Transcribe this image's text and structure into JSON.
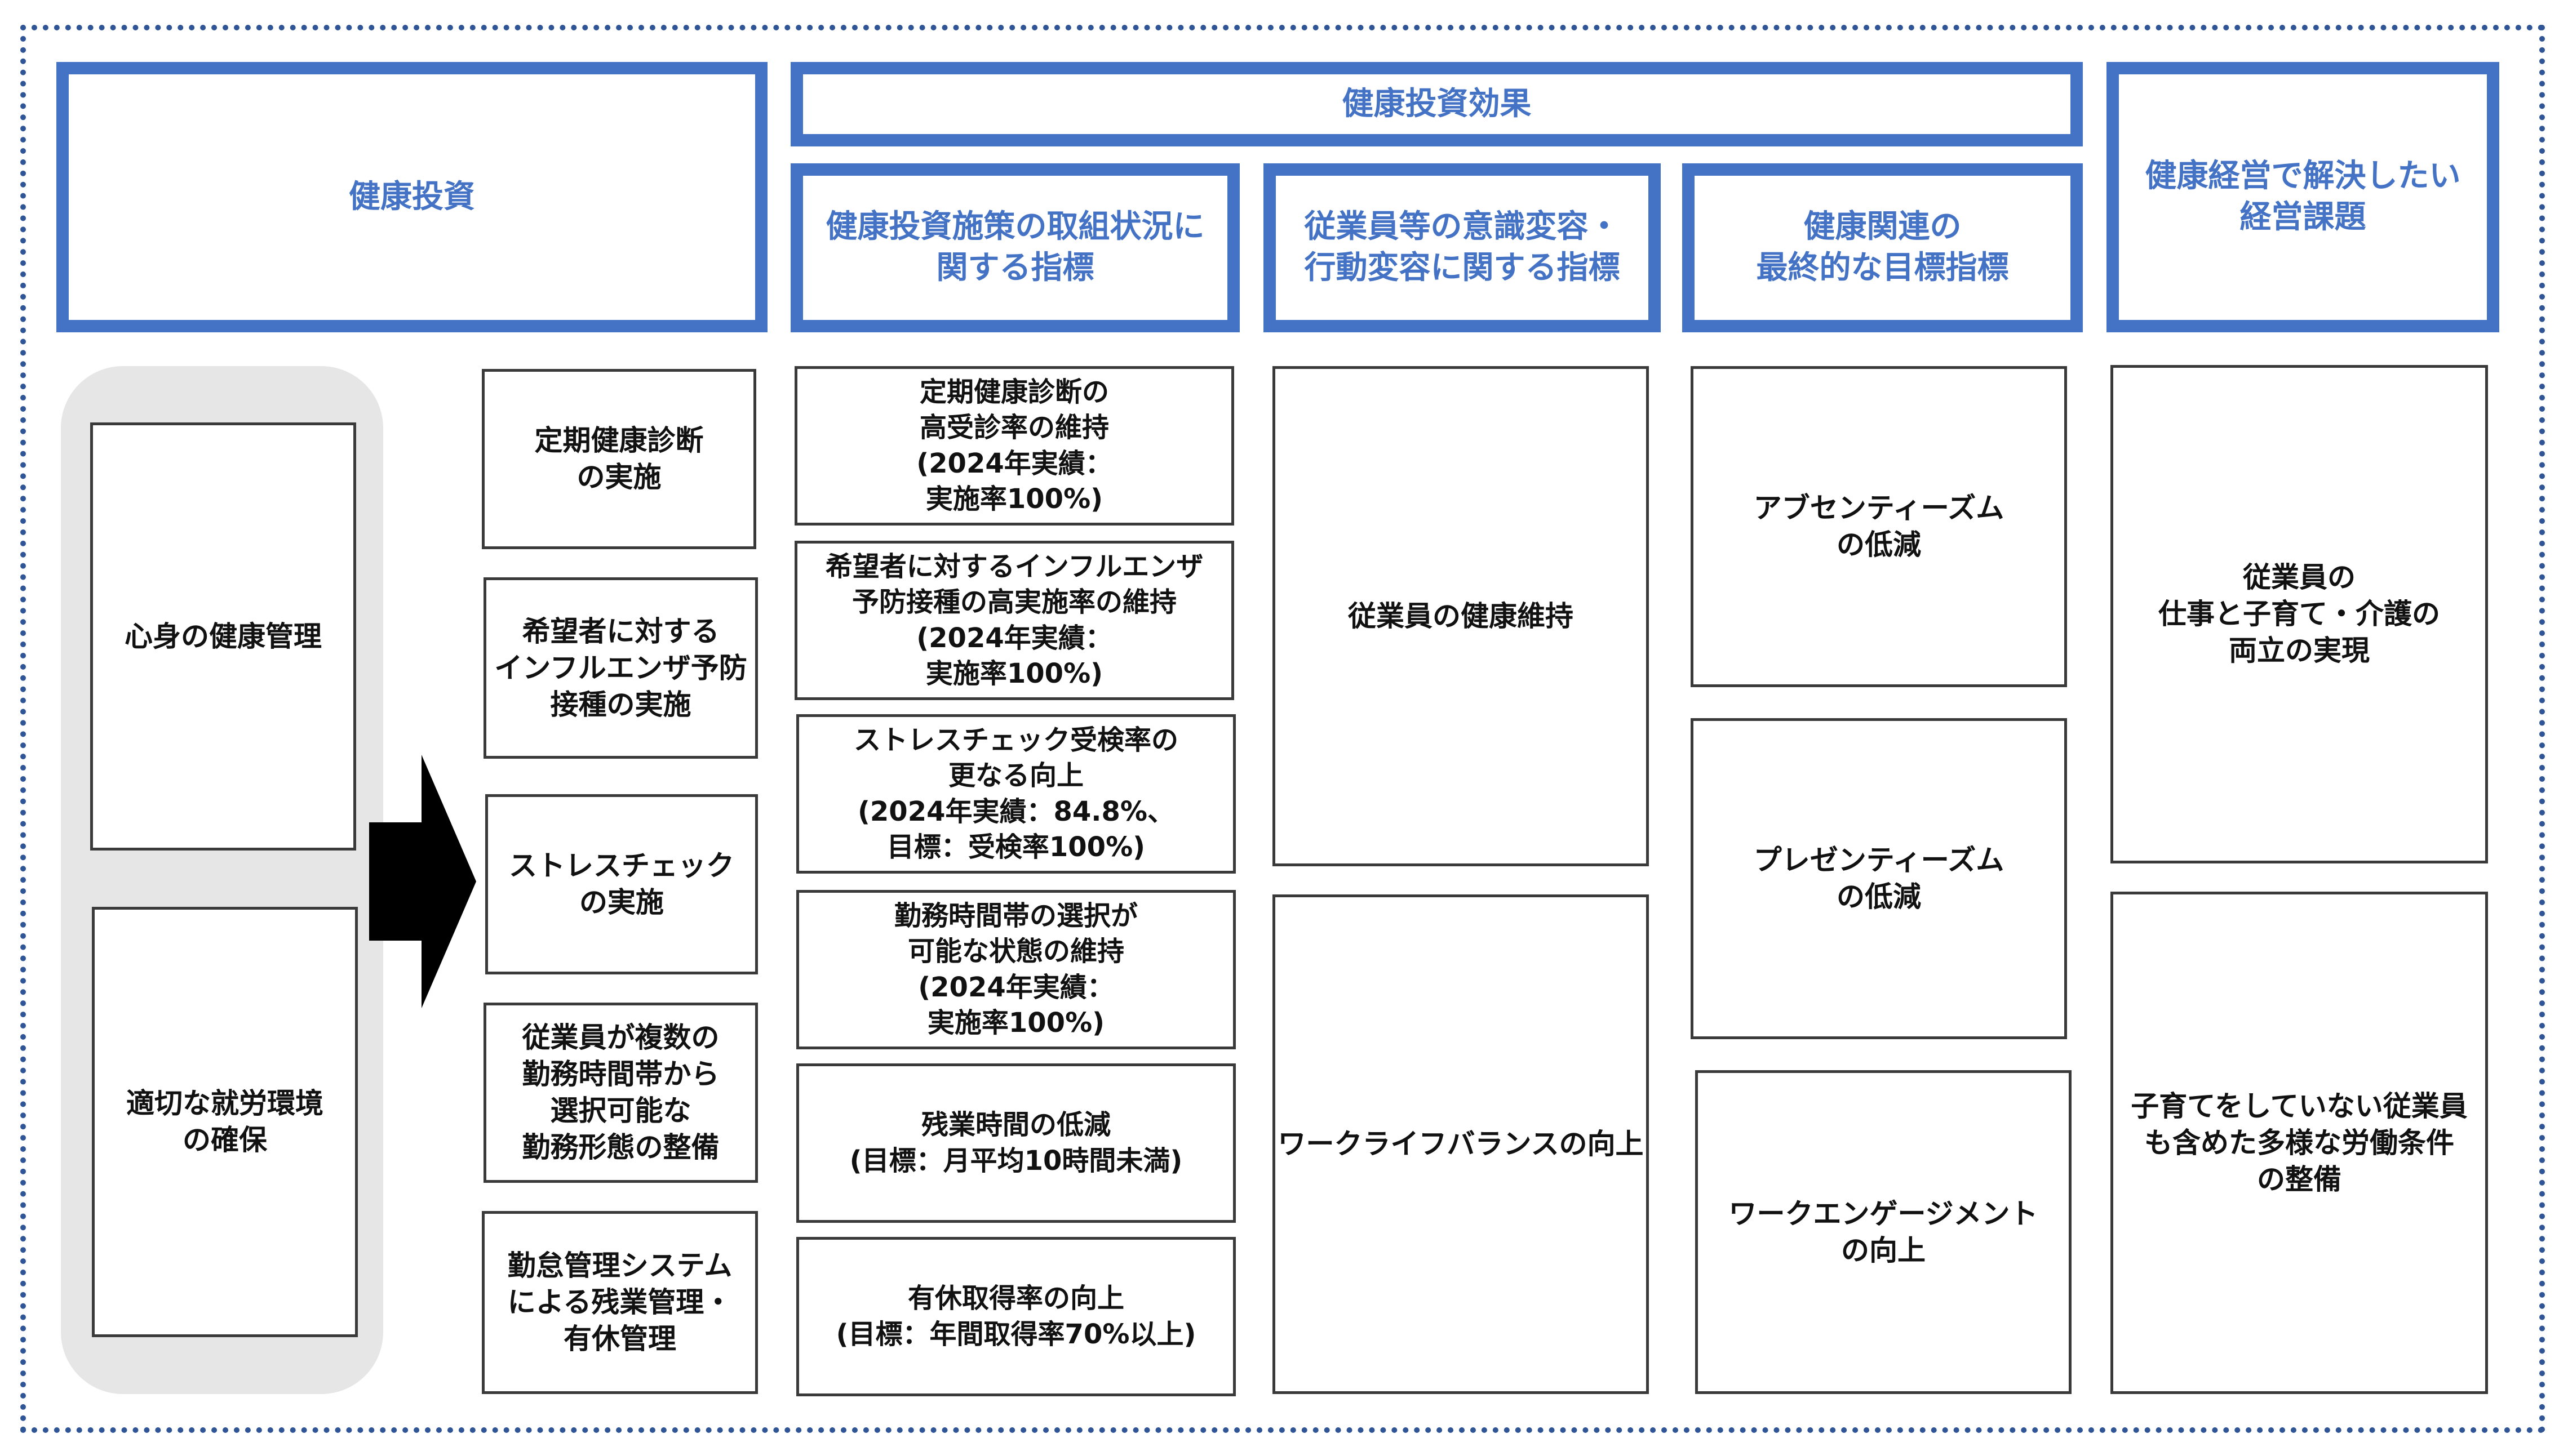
{
  "headers": {
    "investment": "健康投資",
    "effects": "健康投資効果",
    "initiatives": "健康投資施策の取組状況に\n関する指標",
    "awareness": "従業員等の意識変容・\n行動変容に関する指標",
    "final_goals": "健康関連の\n最終的な目標指標",
    "management": "健康経営で解決したい\n経営課題"
  },
  "pillars": [
    "心身の健康管理",
    "適切な就労環境\nの確保"
  ],
  "investments": [
    "定期健康診断\nの実施",
    "希望者に対する\nインフルエンザ予防\n接種の実施",
    "ストレスチェック\nの実施",
    "従業員が複数の\n勤務時間帯から\n選択可能な\n勤務形態の整備",
    "勤怠管理システム\nによる残業管理・\n有休管理"
  ],
  "initiative_indicators": [
    "定期健康診断の\n高受診率の維持\n(2024年実績：\n実施率100%)",
    "希望者に対するインフルエンザ\n予防接種の高実施率の維持\n(2024年実績：\n実施率100%)",
    "ストレスチェック受検率の\n更なる向上\n(2024年実績：84.8%、\n目標：受検率100%)",
    "勤務時間帯の選択が\n可能な状態の維持\n(2024年実績：\n実施率100%)",
    "残業時間の低減\n(目標：月平均10時間未満)",
    "有休取得率の向上\n(目標：年間取得率70%以上)"
  ],
  "awareness_indicators": [
    "従業員の健康維持",
    "ワークライフバランスの向上"
  ],
  "final_goals": [
    "アブセンティーズム\nの低減",
    "プレゼンティーズム\nの低減",
    "ワークエンゲージメント\nの向上"
  ],
  "management_issues": [
    "従業員の\n仕事と子育て・介護の\n両立の実現",
    "子育てをしていない従業員\nも含めた多様な労働条件\nの整備"
  ],
  "colors": {
    "header_blue": "#4472C4",
    "frame_blue": "#2F5596",
    "box_border": "#3a3a3a",
    "pillar_bg": "#E6E6E6",
    "arrow": "#000000"
  },
  "icons": {
    "arrow": "right-arrow-icon"
  }
}
